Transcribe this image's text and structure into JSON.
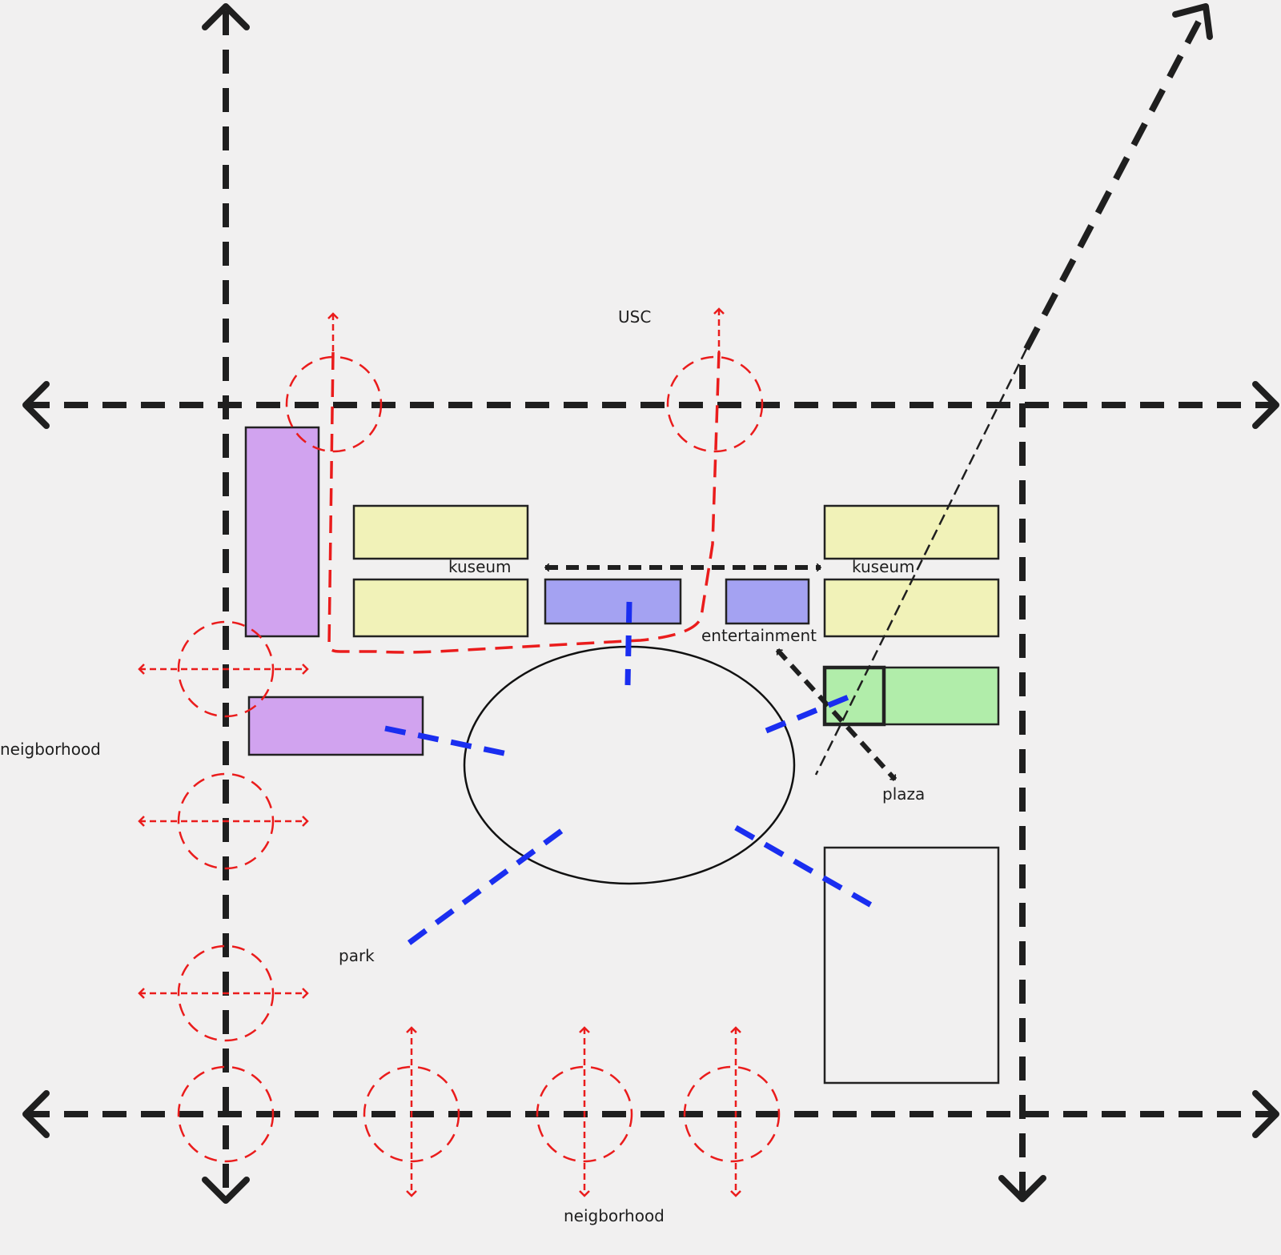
{
  "labels": {
    "usc": "USC",
    "kuseum_left": "kuseum",
    "kuseum_right": "kuseum",
    "entertainment": "entertainment",
    "plaza": "plaza",
    "neighborhood_left": "neigborhood",
    "park": "park",
    "neighborhood_bottom": "neigborhood"
  },
  "colors": {
    "background": "#f1f0f0",
    "circulation_black": "#1f1f1f",
    "entry_red": "#ea1c1c",
    "view_blue": "#1a2ef0",
    "purple_block": "#d1a3ef",
    "yellow_block": "#f1f2b8",
    "blue_block": "#a4a2f2",
    "green_block": "#b1edaa",
    "outline": "#222222"
  }
}
